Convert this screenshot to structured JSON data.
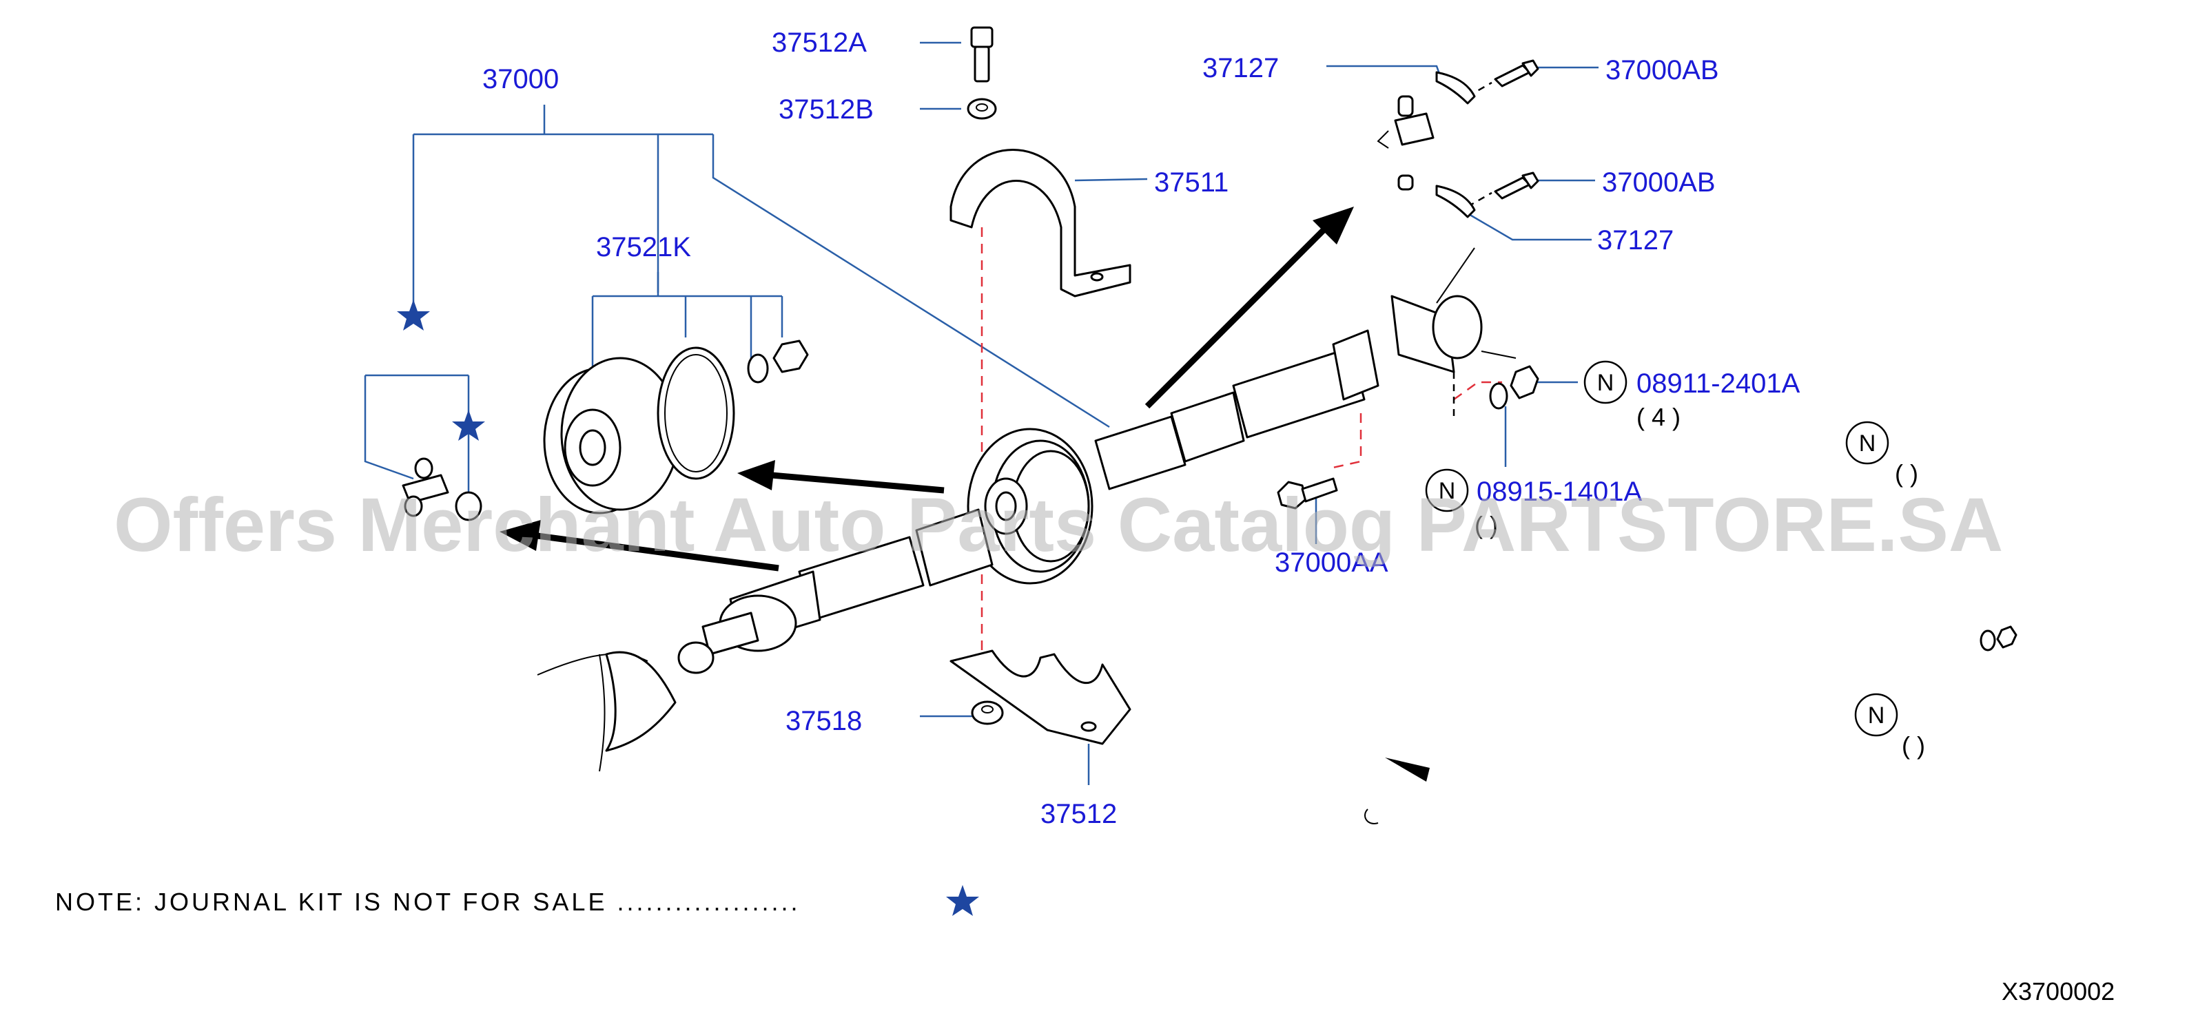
{
  "parts": {
    "p37000": "37000",
    "p37521K": "37521K",
    "p37512A": "37512A",
    "p37512B": "37512B",
    "p37511": "37511",
    "p37127_top": "37127",
    "p37127_bottom": "37127",
    "p37000AB_top": "37000AB",
    "p37000AB_bottom": "37000AB",
    "p08911": "08911-2401A",
    "p08915": "08915-1401A",
    "p37000AA": "37000AA",
    "p37518": "37518",
    "p37512": "37512"
  },
  "quantities": {
    "q08911": "( 4 )",
    "q08915": "(   )",
    "q_right_1": "(   )",
    "q_right_2": "(   )"
  },
  "n_marker": "N",
  "note": "NOTE:   JOURNAL   KIT   IS   NOT   FOR   SALE   ...................",
  "diagram_code": "X3700002",
  "watermark": "Offers Merchant Auto Parts Catalog PARTSTORE.SA",
  "colors": {
    "part_label": "#1a1ad6",
    "leader_line": "#2a5fa8",
    "star": "#1e46a0",
    "dashed_line": "#e0303a"
  },
  "icons": [
    "star-icon",
    "n-circle-icon"
  ]
}
